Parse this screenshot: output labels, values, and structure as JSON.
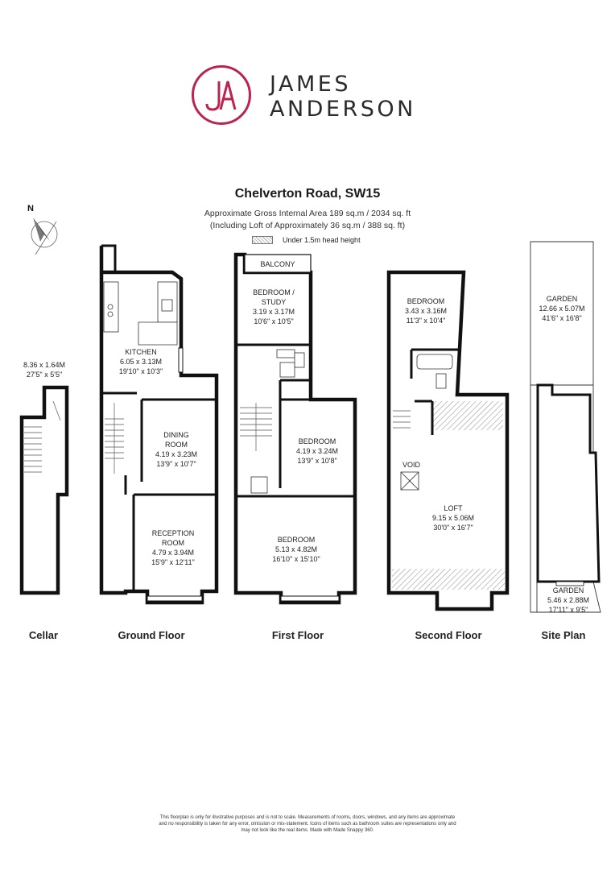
{
  "brand": {
    "logo_initials": "JA",
    "name_line1": "JAMES",
    "name_line2": "ANDERSON",
    "color": "#b8254f"
  },
  "title": "Chelverton Road, SW15",
  "area_line1": "Approximate Gross Internal Area 189 sq.m  /  2034 sq. ft",
  "area_line2": "(Including Loft of Approximately 36 sq.m  /  388 sq. ft)",
  "legend_text": "Under 1.5m head height",
  "compass_label": "N",
  "floors": {
    "cellar": {
      "label": "Cellar",
      "rooms": [
        {
          "name": "",
          "metric": "8.36 x 1.64M",
          "imperial": "27'5\" x 5'5\""
        }
      ]
    },
    "ground": {
      "label": "Ground Floor",
      "rooms": [
        {
          "name": "KITCHEN",
          "metric": "6.05 x 3.13M",
          "imperial": "19'10\" x 10'3\""
        },
        {
          "name_line1": "DINING",
          "name_line2": "ROOM",
          "metric": "4.19 x 3.23M",
          "imperial": "13'9\" x 10'7\""
        },
        {
          "name_line1": "RECEPTION",
          "name_line2": "ROOM",
          "metric": "4.79 x 3.94M",
          "imperial": "15'9\" x 12'11\""
        }
      ]
    },
    "first": {
      "label": "First Floor",
      "balcony": "BALCONY",
      "rooms": [
        {
          "name_line1": "BEDROOM /",
          "name_line2": "STUDY",
          "metric": "3.19 x 3.17M",
          "imperial": "10'6\" x 10'5\""
        },
        {
          "name": "BEDROOM",
          "metric": "4.19 x 3.24M",
          "imperial": "13'9\" x 10'8\""
        },
        {
          "name": "BEDROOM",
          "metric": "5.13 x 4.82M",
          "imperial": "16'10\" x 15'10\""
        }
      ]
    },
    "second": {
      "label": "Second Floor",
      "void": "VOID",
      "rooms": [
        {
          "name": "BEDROOM",
          "metric": "3.43 x 3.16M",
          "imperial": "11'3\" x 10'4\""
        },
        {
          "name": "LOFT",
          "metric": "9.15 x 5.06M",
          "imperial": "30'0\" x 16'7\""
        }
      ]
    },
    "site": {
      "label": "Site Plan",
      "rooms": [
        {
          "name": "GARDEN",
          "metric": "12.66 x 5.07M",
          "imperial": "41'6\" x 16'8\""
        },
        {
          "name": "GARDEN",
          "metric": "5.46 x 2.88M",
          "imperial": "17'11\" x 9'5\""
        }
      ]
    }
  },
  "disclaimer": {
    "line1": "This floorplan is only for illustrative purposes and is not to scale. Measurements of rooms, doors, windows, and any items are approximate",
    "line2": "and no responsibility is taken for any error, omission or mis-statement. Icons of items such as bathroom suites are representations only and",
    "line3": "may not look like the real items. Made with Made Snappy 360."
  },
  "colors": {
    "wall": "#111111",
    "accent": "#b8254f",
    "hatch": "#aaaaaa"
  }
}
